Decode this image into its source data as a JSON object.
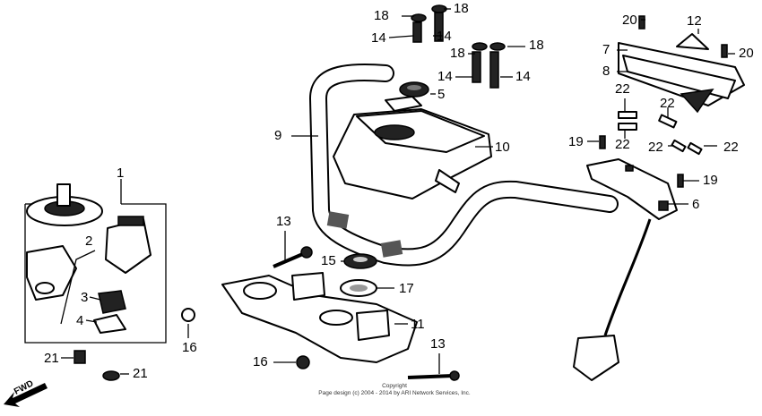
{
  "callouts": [
    {
      "id": "c1",
      "text": "1"
    },
    {
      "id": "c2",
      "text": "2"
    },
    {
      "id": "c3",
      "text": "3"
    },
    {
      "id": "c4",
      "text": "4"
    },
    {
      "id": "c5",
      "text": "5"
    },
    {
      "id": "c6",
      "text": "6"
    },
    {
      "id": "c7",
      "text": "7"
    },
    {
      "id": "c8",
      "text": "8"
    },
    {
      "id": "c9",
      "text": "9"
    },
    {
      "id": "c10",
      "text": "10"
    },
    {
      "id": "c11",
      "text": "11"
    },
    {
      "id": "c12",
      "text": "12"
    },
    {
      "id": "c13a",
      "text": "13"
    },
    {
      "id": "c13b",
      "text": "13"
    },
    {
      "id": "c14a",
      "text": "14"
    },
    {
      "id": "c14b",
      "text": "14"
    },
    {
      "id": "c14c",
      "text": "14"
    },
    {
      "id": "c14d",
      "text": "14"
    },
    {
      "id": "c15",
      "text": "15"
    },
    {
      "id": "c16a",
      "text": "16"
    },
    {
      "id": "c16b",
      "text": "16"
    },
    {
      "id": "c17",
      "text": "17"
    },
    {
      "id": "c18a",
      "text": "18"
    },
    {
      "id": "c18b",
      "text": "18"
    },
    {
      "id": "c18c",
      "text": "18"
    },
    {
      "id": "c18d",
      "text": "18"
    },
    {
      "id": "c19a",
      "text": "19"
    },
    {
      "id": "c19b",
      "text": "19"
    },
    {
      "id": "c20a",
      "text": "20"
    },
    {
      "id": "c20b",
      "text": "20"
    },
    {
      "id": "c21a",
      "text": "21"
    },
    {
      "id": "c21b",
      "text": "21"
    },
    {
      "id": "c22a",
      "text": "22"
    },
    {
      "id": "c22b",
      "text": "22"
    },
    {
      "id": "c22c",
      "text": "22"
    },
    {
      "id": "c22d",
      "text": "22"
    },
    {
      "id": "c22e",
      "text": "22"
    }
  ],
  "fwd_label": "FWD",
  "copyright": {
    "line1": "Copyright",
    "line2": "Page design (c) 2004 - 2014 by ARI Network Services, Inc."
  }
}
